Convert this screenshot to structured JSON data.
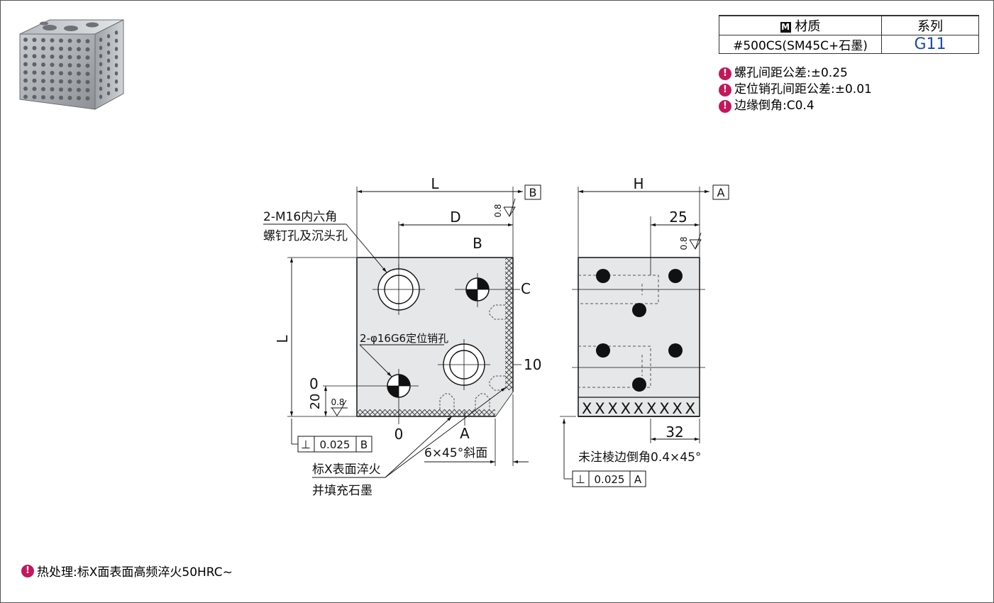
{
  "spec_table": {
    "material_header": "材质",
    "series_header": "系列",
    "material_value": "#500CS(SM45C+石墨)",
    "series_value": "G11",
    "series_color": "#1a4aa8"
  },
  "tolerances": [
    "螺孔间距公差:±0.25",
    "定位销孔间距公差:±0.01",
    "边缘倒角:C0.4"
  ],
  "heat_treatment": "热处理:标X面表面高频淬火50HRC~",
  "front_view": {
    "dim_L_top": "L",
    "dim_D": "D",
    "dim_L_left": "L",
    "datum_B": "B",
    "hole_B_label": "B",
    "hole_C_label": "C",
    "label_10": "10",
    "label_0_left": "0",
    "label_20": "20",
    "label_0_bottom": "0",
    "label_A": "A",
    "rough_08_top": "0.8",
    "rough_08_bottom": "0.8",
    "screw_callout_line1": "2-M16内六角",
    "screw_callout_line2": "螺钉孔及沉头孔",
    "pin_callout": "2-φ16G6定位销孔",
    "perp_symbol": "⊥",
    "perp_value": "0.025",
    "perp_datum": "B",
    "bevel_label": "6×45°斜面",
    "x_note_line1": "标X表面淬火",
    "x_note_line2": "并填充石墨"
  },
  "side_view": {
    "dim_H": "H",
    "datum_A": "A",
    "dim_25": "25",
    "dim_32": "32",
    "rough_08": "0.8",
    "x_marks": "XXXXXXXXX",
    "chamfer_note": "未注棱边倒角0.4×45°",
    "perp_symbol": "⊥",
    "perp_value": "0.025",
    "perp_datum": "A"
  },
  "icons": {
    "material_badge": "M",
    "note_icon": "!"
  }
}
